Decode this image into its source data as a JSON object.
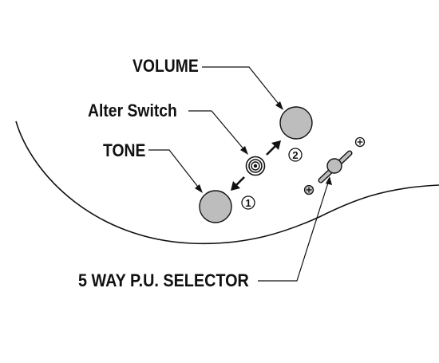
{
  "labels": {
    "volume": "VOLUME",
    "alter_switch": "Alter Switch",
    "tone": "TONE",
    "selector": "5 WAY P.U. SELECTOR"
  },
  "markers": {
    "one": "1",
    "two": "2"
  },
  "colors": {
    "knob_fill": "#bdbdbd",
    "line": "#111111",
    "background": "#ffffff"
  }
}
